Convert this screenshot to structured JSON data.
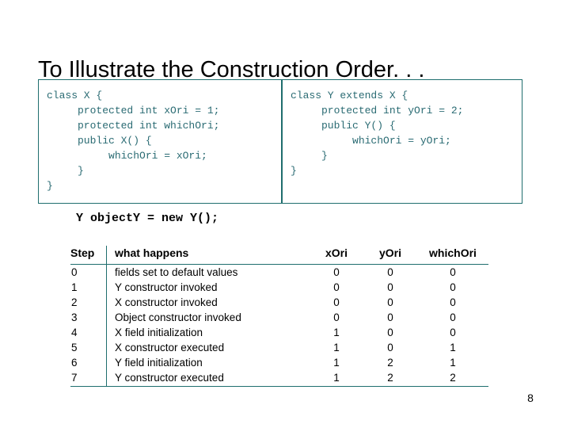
{
  "slide": {
    "title": "To Illustrate the Construction Order. . .",
    "page_number": "8",
    "colors": {
      "code_text": "#2a6b73",
      "rule": "#1f6e6e",
      "value_text": "#1f6e6e",
      "body_text": "#000000",
      "background": "#ffffff"
    }
  },
  "code_boxes": {
    "left": {
      "lines": [
        "class X {",
        "     protected int xOri = 1;",
        "     protected int whichOri;",
        "",
        "     public X() {",
        "          whichOri = xOri;",
        "     }",
        "}"
      ]
    },
    "right": {
      "lines": [
        "class Y extends X {",
        "     protected int yOri = 2;",
        "",
        "     public Y() {",
        "          whichOri = yOri;",
        "     }",
        "}"
      ]
    }
  },
  "instantiation": {
    "code": "Y objectY = new Y();"
  },
  "trace_table": {
    "headers": {
      "step": "Step",
      "what_happens": "what happens",
      "x_ori": "xOri",
      "y_ori": "yOri",
      "which_ori": "whichOri"
    },
    "rows": [
      {
        "step": "0",
        "what": "fields set to default values",
        "xOri": "0",
        "yOri": "0",
        "whichOri": "0"
      },
      {
        "step": "1",
        "what": "Y constructor invoked",
        "xOri": "0",
        "yOri": "0",
        "whichOri": "0"
      },
      {
        "step": "2",
        "what": "X constructor invoked",
        "xOri": "0",
        "yOri": "0",
        "whichOri": "0"
      },
      {
        "step": "3",
        "what": "Object constructor invoked",
        "xOri": "0",
        "yOri": "0",
        "whichOri": "0"
      },
      {
        "step": "4",
        "what": "X field initialization",
        "xOri": "1",
        "yOri": "0",
        "whichOri": "0"
      },
      {
        "step": "5",
        "what": "X constructor executed",
        "xOri": "1",
        "yOri": "0",
        "whichOri": "1"
      },
      {
        "step": "6",
        "what": "Y field initialization",
        "xOri": "1",
        "yOri": "2",
        "whichOri": "1"
      },
      {
        "step": "7",
        "what": "Y constructor executed",
        "xOri": "1",
        "yOri": "2",
        "whichOri": "2"
      }
    ]
  }
}
